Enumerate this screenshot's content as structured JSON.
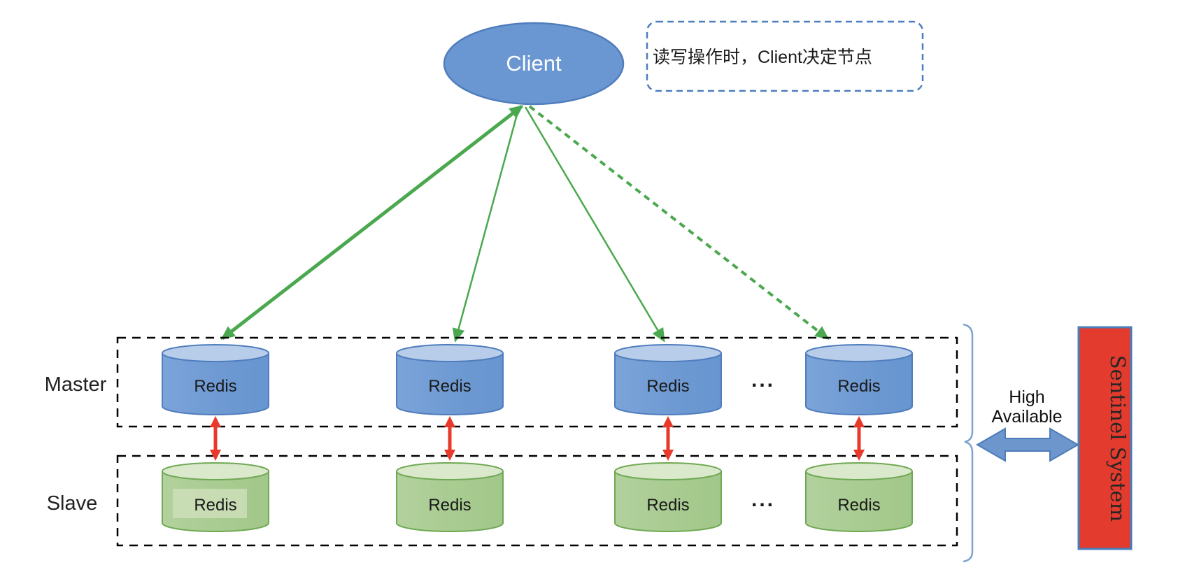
{
  "diagram": {
    "title_semantic": "Redis master-slave architecture with sentinel",
    "client": {
      "label": "Client"
    },
    "note": {
      "text": "读写操作时，Client决定节点"
    },
    "rows": {
      "master": {
        "label": "Master",
        "nodes": [
          "Redis",
          "Redis",
          "Redis",
          "Redis"
        ],
        "ellipsis": "..."
      },
      "slave": {
        "label": "Slave",
        "nodes": [
          "Redis",
          "Redis",
          "Redis",
          "Redis"
        ],
        "ellipsis": "..."
      }
    },
    "right": {
      "high_available": {
        "line1": "High",
        "line2": "Available"
      },
      "sentinel": {
        "label": "Sentinel System"
      }
    },
    "colors": {
      "client_fill": "#6a97d1",
      "shape_stroke": "#4f7dbd",
      "master_body": "#6f9ad3",
      "master_top": "#b7cde9",
      "slave_body": "#a9cc92",
      "slave_top": "#dae8cb",
      "slave_stroke": "#6fa954",
      "arrow_green": "#4aa84e",
      "arrow_red": "#e8392c",
      "sentinel_fill": "#e33b2e",
      "sentinel_stroke": "#4a7ebb",
      "note_border": "#4d7ebf",
      "brace_blue": "#7da3d0",
      "double_arrow_fill": "#6c96cc",
      "box_dash": "#000000",
      "text_dark": "#1a1a1a"
    }
  }
}
